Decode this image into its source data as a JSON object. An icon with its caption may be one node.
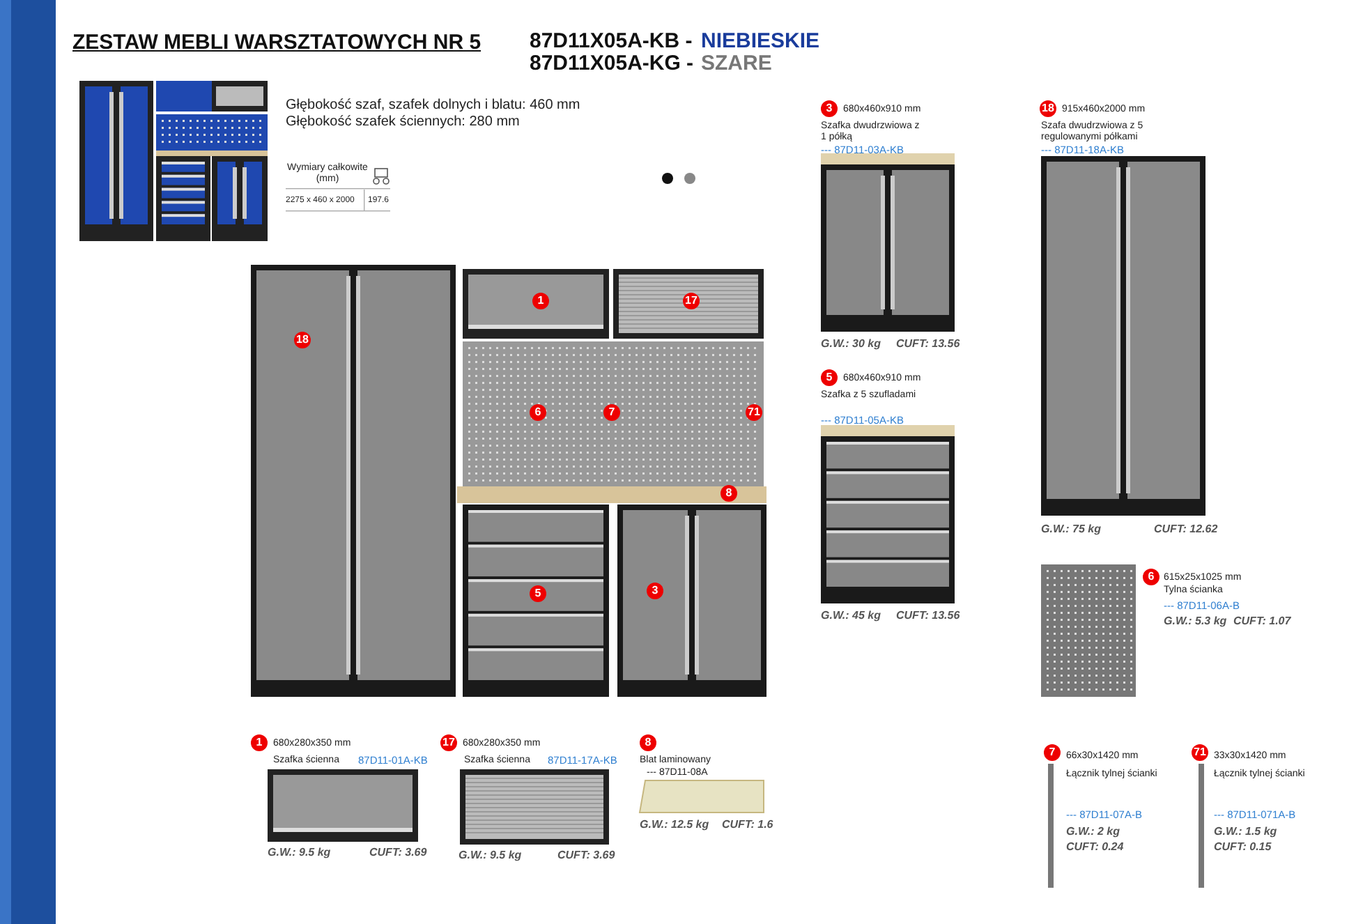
{
  "diagram": {
    "title": "ZESTAW MEBLI WARSZTATOWYCH NR 5",
    "labels": [
      "87D11X05A-KB -",
      "NIEBIESKIE",
      "87D11X05A-KG -",
      "SZARE",
      "Głębokość szaf, szafek dolnych i blatu: 460 mm",
      "Głębokość szafek ściennych: 280 mm",
      "Wymiary całkowite (mm)",
      "2275 x 460 x 2000",
      "197.6",
      "3",
      "680x460x910 mm",
      "Szafka dwudrzwiowa z 1 półką",
      "--- 87D11-03A-KB",
      "G.W.: 30 kg",
      "CUFT: 13.56",
      "18",
      "915x460x2000 mm",
      "Szafa dwudrzwiowa z 5 regulowanymi półkami",
      "--- 87D11-18A-KB",
      "G.W.: 75 kg",
      "CUFT: 12.62",
      "5",
      "680x460x910 mm",
      "Szafka z 5 szufladami",
      "--- 87D11-05A-KB",
      "G.W.: 45 kg",
      "CUFT: 13.56",
      "1",
      "17",
      "18",
      "6",
      "7",
      "71",
      "8",
      "5",
      "3",
      "6",
      "615x25x1025 mm",
      "Tylna ścianka",
      "--- 87D11-06A-B",
      "G.W.: 5.3 kg",
      "CUFT: 1.07",
      "1",
      "680x280x350 mm",
      "Szafka ścienna",
      "87D11-01A-KB",
      "G.W.: 9.5 kg",
      "CUFT: 3.69",
      "17",
      "680x280x350 mm",
      "Szafka ścienna",
      "87D11-17A-KB",
      "G.W.: 9.5 kg",
      "CUFT: 3.69",
      "8",
      "Blat laminowany",
      "--- 87D11-08A",
      "G.W.: 12.5 kg",
      "CUFT: 1.6",
      "7",
      "66x30x1420 mm",
      "Łącznik tylnej ścianki",
      "--- 87D11-07A-B",
      "G.W.: 2 kg",
      "CUFT: 0.24",
      "71",
      "33x30x1420 mm",
      "Łącznik tylnej ścianki",
      "--- 87D11-071A-B",
      "G.W.: 1.5 kg",
      "CUFT: 0.15"
    ]
  }
}
